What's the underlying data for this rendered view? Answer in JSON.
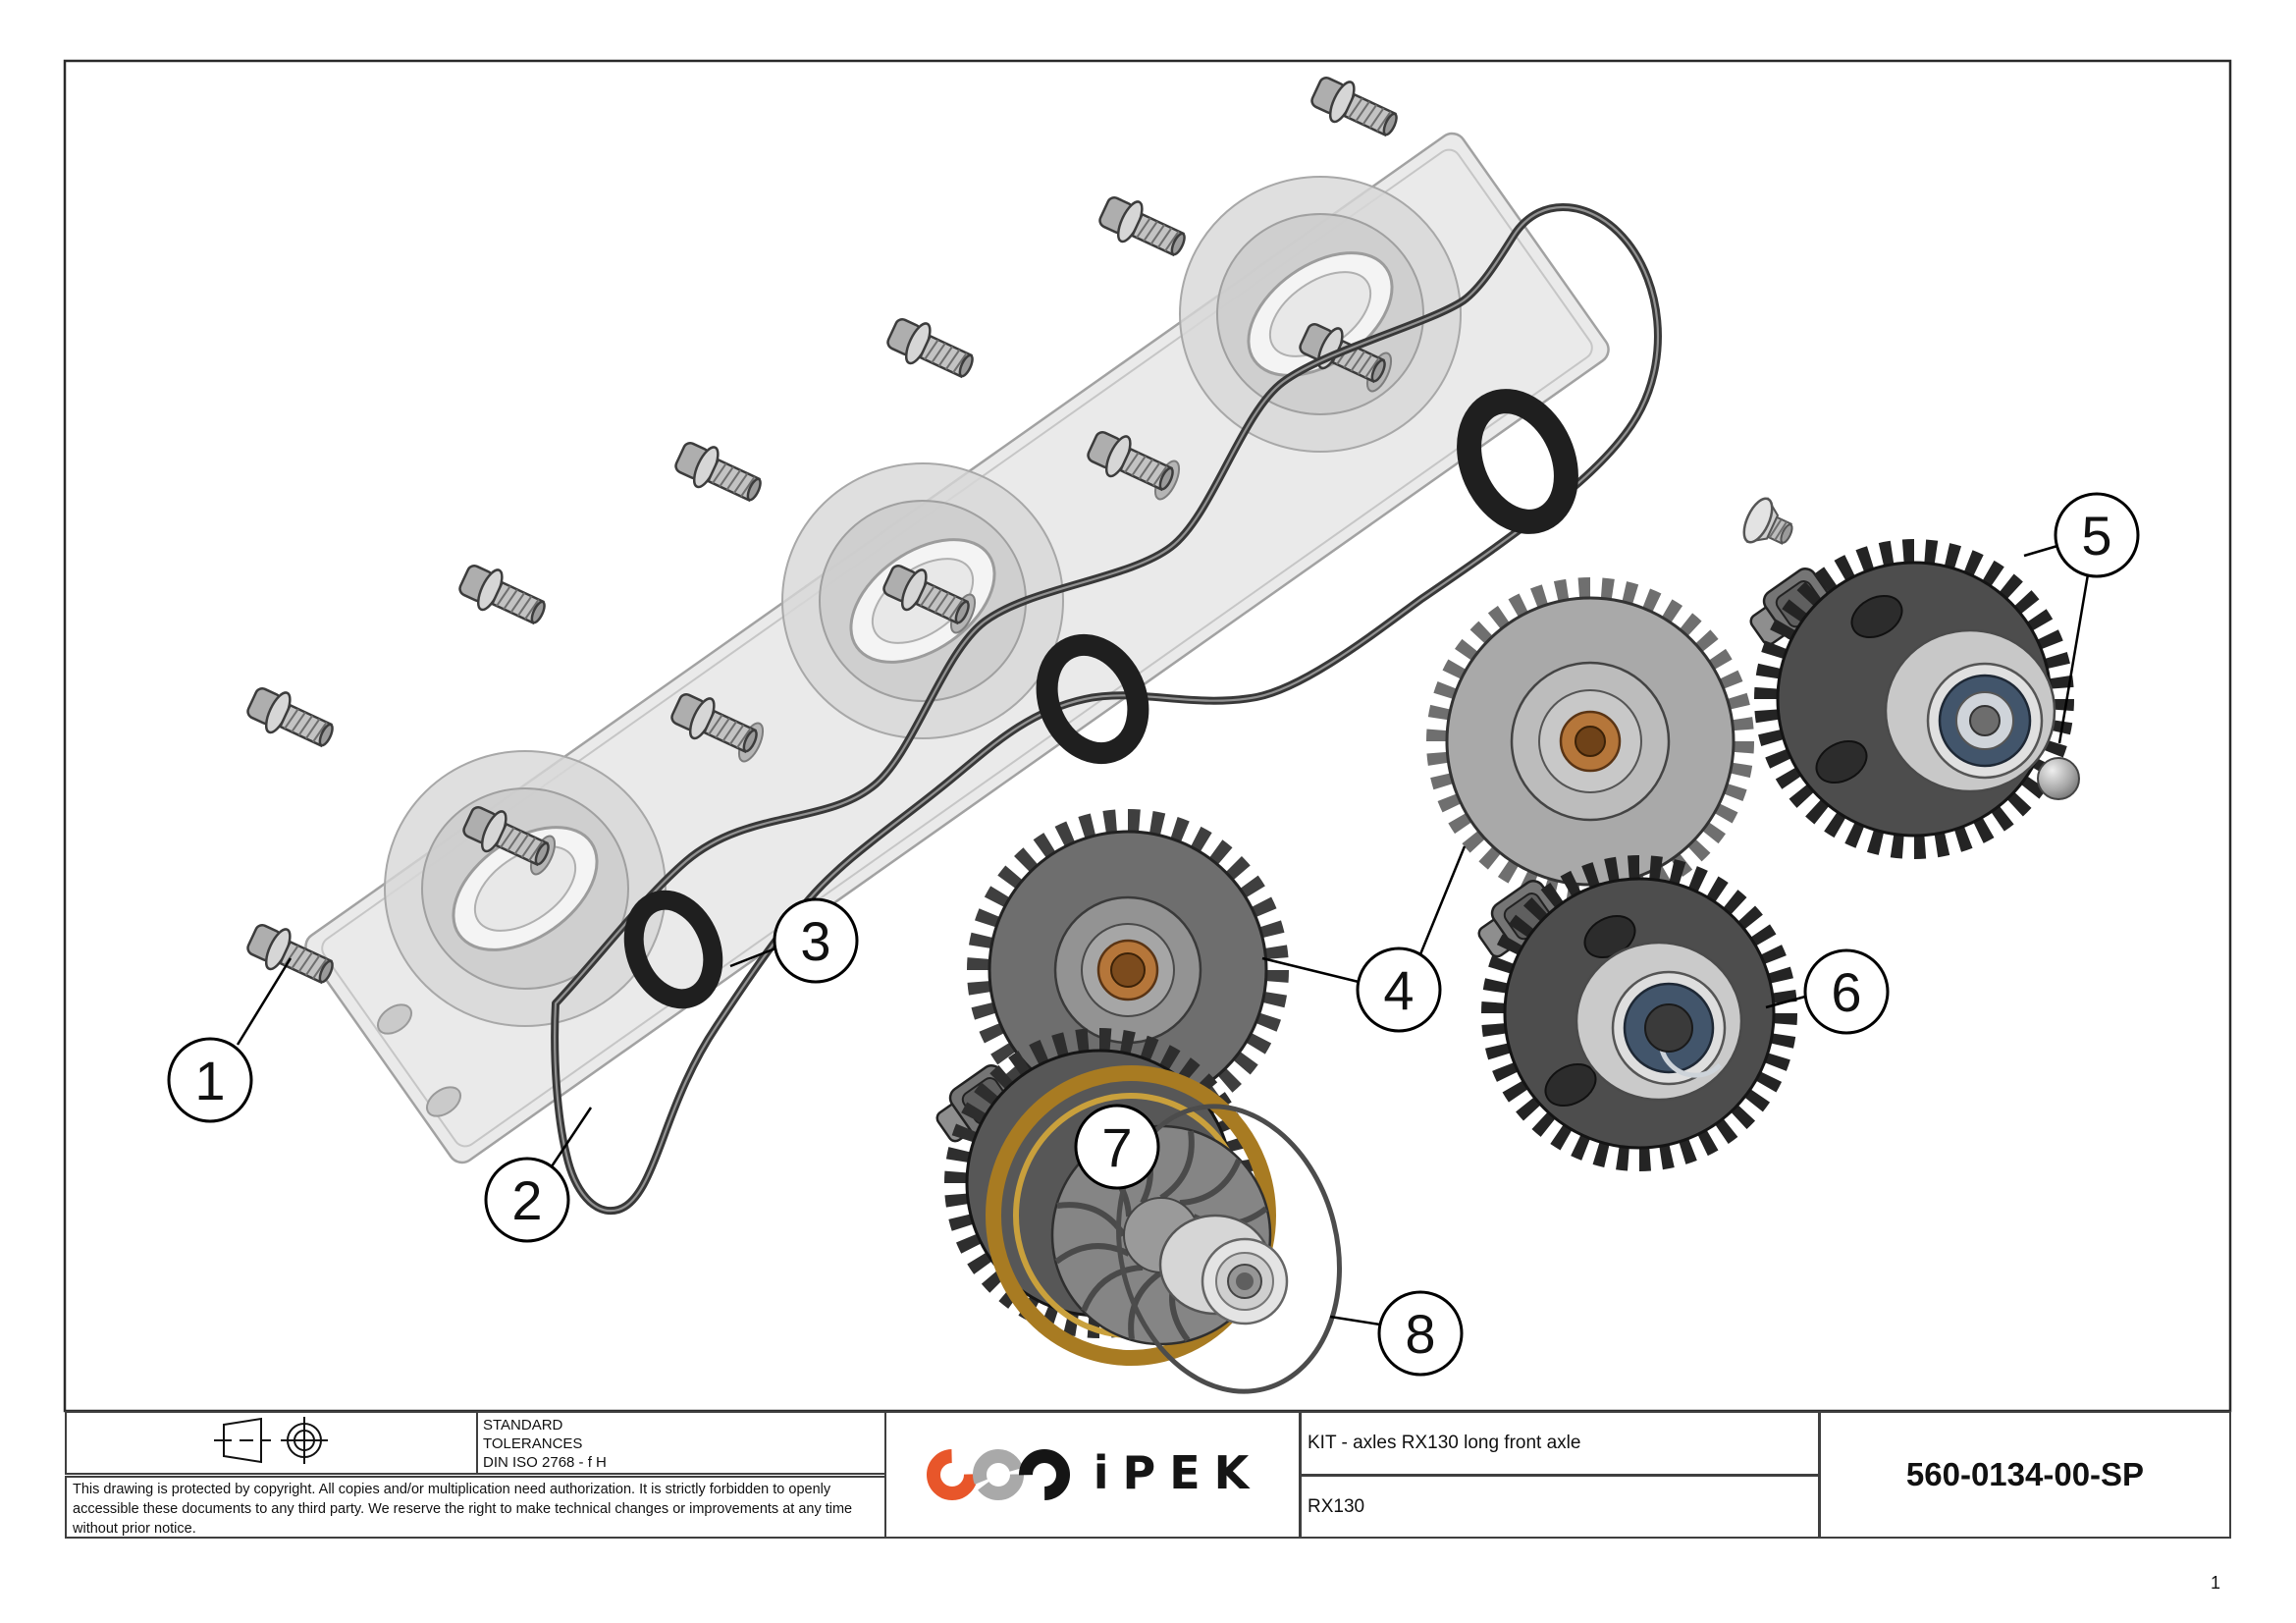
{
  "page": {
    "number": "1"
  },
  "title_block": {
    "projection_icon": "first-angle-projection-symbol",
    "tolerances": {
      "line1": "STANDARD",
      "line2": "TOLERANCES",
      "line3": "DIN ISO 2768 - f H"
    },
    "copyright": "This drawing is protected by copyright. All copies and/or multiplication need authorization. It is strictly forbidden to openly accessible these documents to any third party. We reserve the right to make technical changes or improvements at any time without prior notice.",
    "logo_text": "iPEK",
    "title": "KIT - axles RX130 long front axle",
    "model": "RX130",
    "part_number": "560-0134-00-SP"
  },
  "drawing": {
    "callouts": [
      {
        "label": "1"
      },
      {
        "label": "2"
      },
      {
        "label": "3"
      },
      {
        "label": "4"
      },
      {
        "label": "5"
      },
      {
        "label": "6"
      },
      {
        "label": "7"
      },
      {
        "label": "8"
      }
    ],
    "colors": {
      "gasket": "#383838",
      "o_ring": "#1f1f1f",
      "brass": "#a87b22",
      "brass_light": "#c9a03c",
      "bushing_orange": "#b5763a",
      "bearing_seal": "#42556b",
      "plate_gray": "#e2e2e2",
      "gear_dark": "#4d4d4d",
      "gear_light": "#a9a9a9",
      "logo_orange": "#e8562a",
      "logo_gray": "#a9a9a9",
      "logo_black": "#151515"
    }
  }
}
